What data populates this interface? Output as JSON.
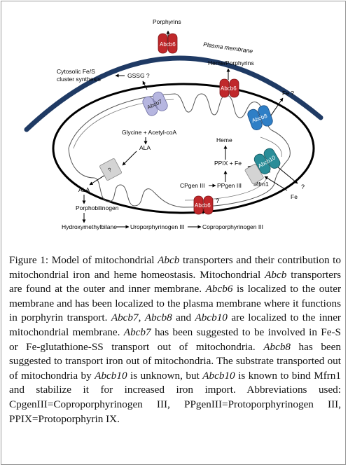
{
  "diagram": {
    "plasma_membrane": "Plasma membrane",
    "porphyrins_top": "Porphyrins",
    "heme_porphyrins": "Heme/Porphyrins",
    "cytosolic_line1": "Cytosolic Fe/S",
    "cytosolic_line2": "cluster synthesis",
    "gssg": "GSSG ?",
    "fe_q_top": "Fe ?",
    "glycine": "Glycine + Acetyl-coA",
    "ala_inner": "ALA",
    "heme": "Heme",
    "ppix_fe": "PPIX + Fe",
    "cpgen": "CPgen III",
    "ppgen": "PPgen III",
    "ala_outer": "ALA",
    "porphobilinogen": "Porphobilinogen",
    "hydroxymethylbilane": "Hydroxymethylbilane",
    "uroporphyrinogen": "Uroporphyrinogen III",
    "coproporphyrinogen": "Coproporphyrinogen III",
    "mfrn1": "Mfrn1",
    "q_mark_bottom": "?",
    "q_mark_right": "?",
    "fe_bottom": "Fe",
    "transporters": {
      "abcb6_top": "Abcb6",
      "abcb6_mid": "Abcb6",
      "abcb6_bottom": "Abcb6",
      "abcb7": "Abcb7",
      "abcb8": "Abcb8",
      "abcb10": "Abcb10",
      "unknown": "?"
    },
    "colors": {
      "membrane_blue": "#1f3a64",
      "abcb6_red": "#c0282b",
      "abcb7_lavender": "#b6b6e0",
      "abcb8_blue": "#2f7fc6",
      "abcb10_teal": "#2a8d98",
      "unknown_grey": "#d4d4d4"
    }
  },
  "caption": {
    "label": "Figure 1:",
    "t1": " Model of mitochondrial ",
    "abcb": "Abcb",
    "t2": " transporters and their contribution to mitochondrial iron and heme homeostasis. Mitochondrial ",
    "abcb_2": "Abcb",
    "t3": " transporters are found at the outer and inner membrane. ",
    "abcb6": "Abcb6",
    "t4": " is localized to the outer membrane and has been localized to the plasma membrane where it functions in porphyrin transport. ",
    "abcb7": "Abcb7",
    "t5": ", ",
    "abcb8": "Abcb8",
    "t6": " and ",
    "abcb10": "Abcb10",
    "t7": " are localized to the inner mitochondrial membrane. ",
    "abcb7_2": "Abcb7",
    "t8": " has been suggested to be involved in Fe-S or Fe-glutathione-SS transport out of mitochondria. ",
    "abcb8_2": "Abcb8",
    "t9": " has been suggested to transport iron out of mitochondria. The substrate transported out of mitochondria by ",
    "abcb10_2": "Abcb10",
    "t10": " is unknown, but ",
    "abcb10_3": "Abcb10",
    "t11": " is known to bind Mfrn1 and stabilize it for increased iron import. Abbreviations used: CpgenIII=Coproporphyrinogen III, PPgenIII=Protoporphyrinogen III, PPIX=Protoporphyrin IX."
  }
}
